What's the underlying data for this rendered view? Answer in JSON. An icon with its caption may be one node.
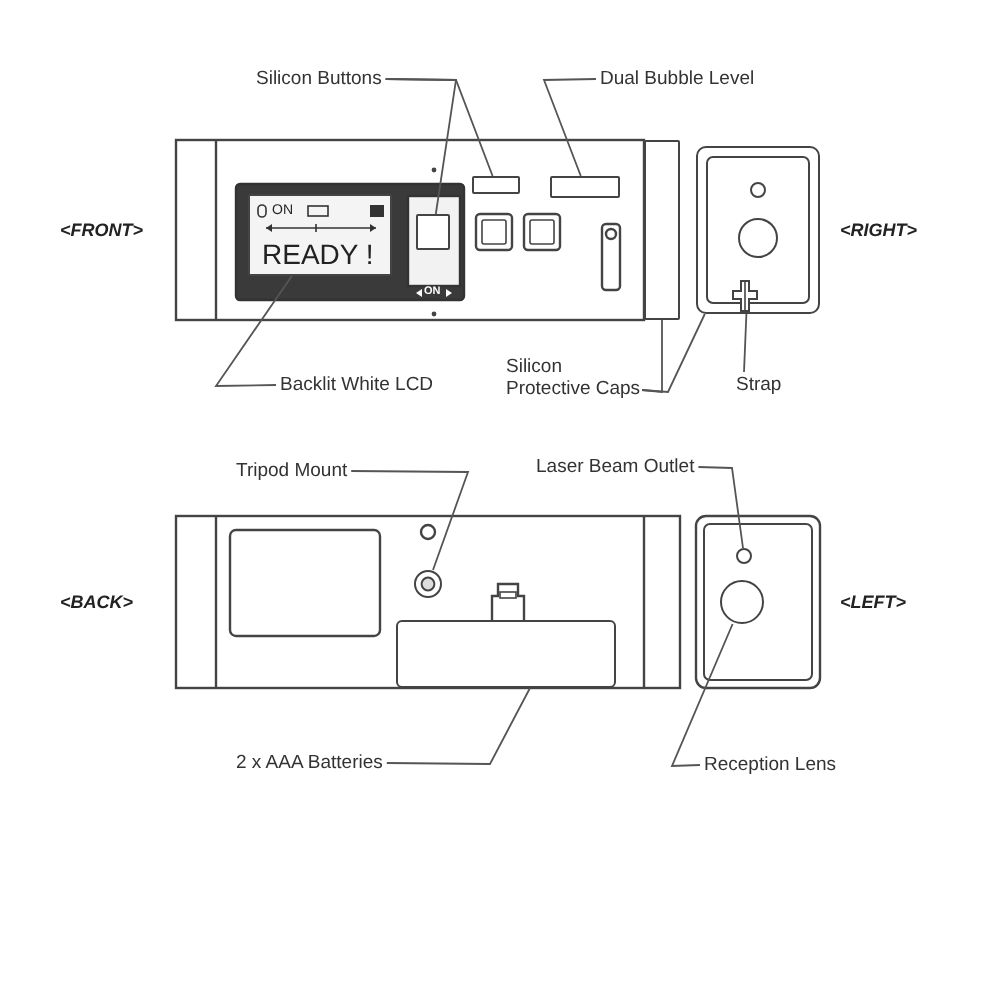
{
  "diagram": {
    "nodes": [
      {
        "text": [
          "Silicon Buttons"
        ]
      },
      {
        "text": [],
        "shape": "box"
      },
      {
        "text": [],
        "shape": "box"
      },
      {
        "text": [
          "Dual Bubble Level"
        ]
      },
      {
        "text": [],
        "shape": "box"
      },
      {
        "text": [
          "Backlit White LCD"
        ]
      },
      {
        "text": [],
        "shape": "box"
      },
      {
        "text": [
          "Silicon Protective Caps"
        ]
      },
      {
        "text": [],
        "shape": "box"
      },
      {
        "text": [],
        "shape": "box"
      },
      {
        "text": [
          "Strap"
        ]
      },
      {
        "text": [],
        "shape": "box",
        "in": 9
      },
      {
        "text": [
          "Tripod Mount"
        ]
      },
      {
        "text": [],
        "shape": "circle"
      },
      {
        "text": [
          "Laser Beam Outlet"
        ]
      },
      {
        "text": [],
        "shape": "circle"
      },
      {
        "text": [
          "2 x AAA Batteries"
        ]
      },
      {
        "text": [],
        "shape": "box"
      },
      {
        "text": [
          "Reception Lens"
        ]
      },
      {
        "text": [],
        "shape": "circle"
      }
    ],
    "edges": [
      {
        "from": 0,
        "to": 1,
        "arrow": "none"
      },
      {
        "from": 0,
        "to": 2,
        "arrow": "none"
      },
      {
        "from": 3,
        "to": 4,
        "arrow": "none"
      },
      {
        "from": 5,
        "to": 6,
        "arrow": "none"
      },
      {
        "from": 7,
        "to": 8,
        "arrow": "none"
      },
      {
        "from": 7,
        "to": 9,
        "arrow": "none"
      },
      {
        "from": 10,
        "to": 11,
        "arrow": "none"
      },
      {
        "from": 12,
        "to": 13,
        "arrow": "none"
      },
      {
        "from": 14,
        "to": 15,
        "arrow": "none"
      },
      {
        "from": 16,
        "to": 17,
        "arrow": "none"
      },
      {
        "from": 18,
        "to": 19,
        "arrow": "none"
      }
    ],
    "labels": [
      "<FRONT>",
      "<RIGHT>",
      "ON",
      "READY !",
      "ON",
      "<BACK>",
      "<LEFT>"
    ]
  }
}
